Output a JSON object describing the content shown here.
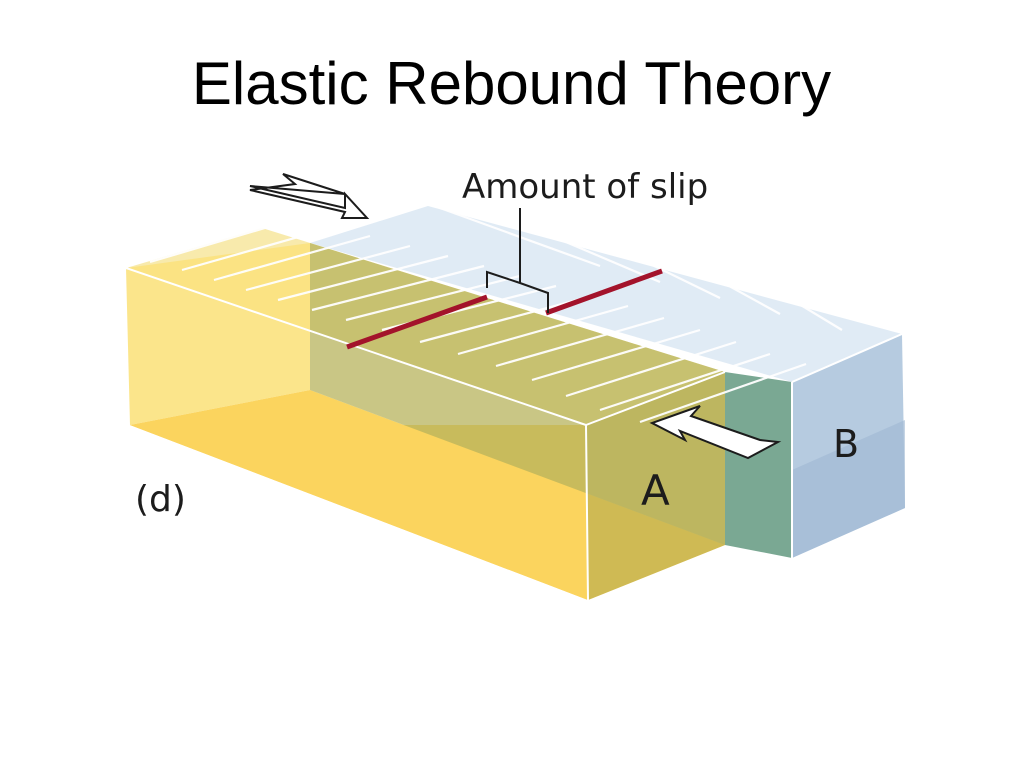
{
  "slide": {
    "title": "Elastic Rebound Theory"
  },
  "diagram": {
    "slip_label": "Amount of slip",
    "block_a_label": "A",
    "block_b_label": "B",
    "panel_label": "(d)"
  },
  "colors": {
    "block_a_top": "#f7e7a0",
    "block_a_front": "#fbd45e",
    "block_a_side": "#b7b35c",
    "block_b_top": "#dde9f4",
    "block_b_front": "#b6cbe0",
    "fault_face": "#7aa893",
    "reference_line": "#a3132b",
    "arrow_fill": "#ffffff",
    "outline": "#1c1c1c"
  }
}
